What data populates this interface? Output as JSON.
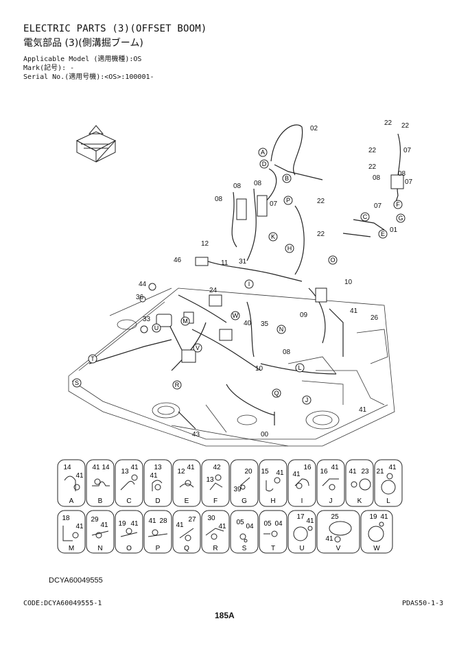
{
  "header": {
    "title_en": "ELECTRIC PARTS (3)(OFFSET BOOM)",
    "title_jp": "電気部品 (3)(側溝掘ブーム)",
    "model_line": "Applicable Model (適用機種):OS",
    "mark_line": "Mark(記号): -",
    "serial_line": "Serial No.(適用号機):<OS>:100001-"
  },
  "callouts": [
    {
      "num": "02"
    },
    {
      "num": "22"
    },
    {
      "num": "22"
    },
    {
      "num": "22"
    },
    {
      "num": "22"
    },
    {
      "num": "07"
    },
    {
      "num": "08"
    },
    {
      "num": "07"
    },
    {
      "num": "08"
    },
    {
      "num": "08"
    },
    {
      "num": "08"
    },
    {
      "num": "07"
    },
    {
      "num": "22"
    },
    {
      "num": "22"
    },
    {
      "num": "08"
    },
    {
      "num": "07"
    },
    {
      "num": "01"
    },
    {
      "num": "12"
    },
    {
      "num": "46"
    },
    {
      "num": "11"
    },
    {
      "num": "31"
    },
    {
      "num": "44"
    },
    {
      "num": "36"
    },
    {
      "num": "24"
    },
    {
      "num": "33"
    },
    {
      "num": "40"
    },
    {
      "num": "35"
    },
    {
      "num": "09"
    },
    {
      "num": "10"
    },
    {
      "num": "41"
    },
    {
      "num": "26"
    },
    {
      "num": "08"
    },
    {
      "num": "43"
    },
    {
      "num": "00"
    },
    {
      "num": "41"
    },
    {
      "num": "10"
    }
  ],
  "letters": [
    "A",
    "B",
    "C",
    "D",
    "E",
    "F",
    "G",
    "H",
    "I",
    "J",
    "K",
    "L",
    "M",
    "N",
    "O",
    "P",
    "Q",
    "R",
    "S",
    "T",
    "U",
    "V",
    "W"
  ],
  "clip_row1": [
    {
      "label": "A",
      "parts": [
        "14",
        "41"
      ]
    },
    {
      "label": "B",
      "parts": [
        "14",
        "41"
      ]
    },
    {
      "label": "C",
      "parts": [
        "13",
        "41"
      ]
    },
    {
      "label": "D",
      "parts": [
        "13",
        "41"
      ]
    },
    {
      "label": "E",
      "parts": [
        "12",
        "41"
      ]
    },
    {
      "label": "F",
      "parts": [
        "42",
        "13"
      ]
    },
    {
      "label": "G",
      "parts": [
        "20",
        "39"
      ]
    },
    {
      "label": "H",
      "parts": [
        "15",
        "41"
      ]
    },
    {
      "label": "I",
      "parts": [
        "16",
        "41"
      ]
    },
    {
      "label": "J",
      "parts": [
        "16",
        "41"
      ]
    },
    {
      "label": "K",
      "parts": [
        "41",
        "23"
      ]
    },
    {
      "label": "L",
      "parts": [
        "21",
        "41"
      ]
    }
  ],
  "clip_row2": [
    {
      "label": "M",
      "parts": [
        "18",
        "41"
      ]
    },
    {
      "label": "N",
      "parts": [
        "29",
        "41"
      ]
    },
    {
      "label": "O",
      "parts": [
        "19",
        "41"
      ]
    },
    {
      "label": "P",
      "parts": [
        "41",
        "28"
      ]
    },
    {
      "label": "Q",
      "parts": [
        "41",
        "27"
      ]
    },
    {
      "label": "R",
      "parts": [
        "30",
        "41"
      ]
    },
    {
      "label": "S",
      "parts": [
        "05",
        "04"
      ]
    },
    {
      "label": "T",
      "parts": [
        "05",
        "04"
      ]
    },
    {
      "label": "U",
      "parts": [
        "17",
        "41"
      ]
    },
    {
      "label": "V",
      "parts": [
        "25",
        "41"
      ]
    },
    {
      "label": "W",
      "parts": [
        "19",
        "41"
      ]
    }
  ],
  "drawing_code": "DCYA60049555",
  "footer": {
    "code": "CODE:DCYA60049555-1",
    "page": "185A",
    "ref": "PDAS50-1-3"
  }
}
